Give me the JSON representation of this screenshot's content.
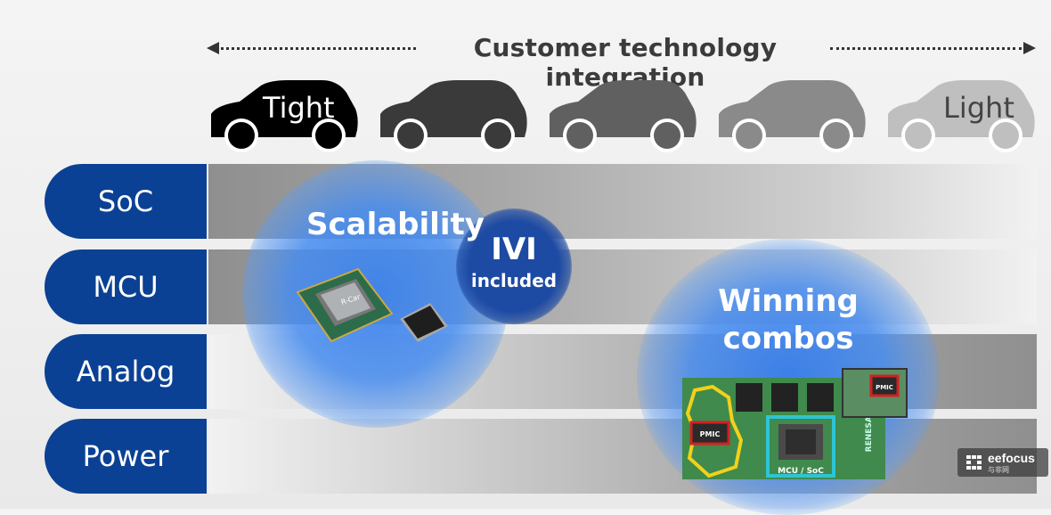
{
  "header": {
    "title": "Customer technology integration"
  },
  "cars": [
    {
      "label": "Tight",
      "color": "#000000"
    },
    {
      "label": "",
      "color": "#3a3a3a"
    },
    {
      "label": "",
      "color": "#606060"
    },
    {
      "label": "",
      "color": "#8a8a8a"
    },
    {
      "label": "Light",
      "color": "#bfbfbf"
    }
  ],
  "rows": [
    {
      "label": "SoC"
    },
    {
      "label": "MCU"
    },
    {
      "label": "Analog"
    },
    {
      "label": "Power"
    }
  ],
  "bubbles": {
    "scalability": "Scalability",
    "ivi": "IVI",
    "ivi_sub": "included",
    "winning_line1": "Winning",
    "winning_line2": "combos"
  },
  "chips": {
    "chip_label": "R-Car"
  },
  "boards": {
    "pmic_main": "PMIC",
    "pmic_small": "PMIC",
    "mcu_soc": "MCU / SoC",
    "brand": "RENESAS"
  },
  "watermark": {
    "name": "eefocus",
    "sub": "与非网"
  },
  "colors": {
    "label_blue": "#0b4194",
    "band_gray": "#a0a0a0",
    "bubble_blue": "#3c82eb",
    "ivi_blue": "#1d4aa3"
  }
}
